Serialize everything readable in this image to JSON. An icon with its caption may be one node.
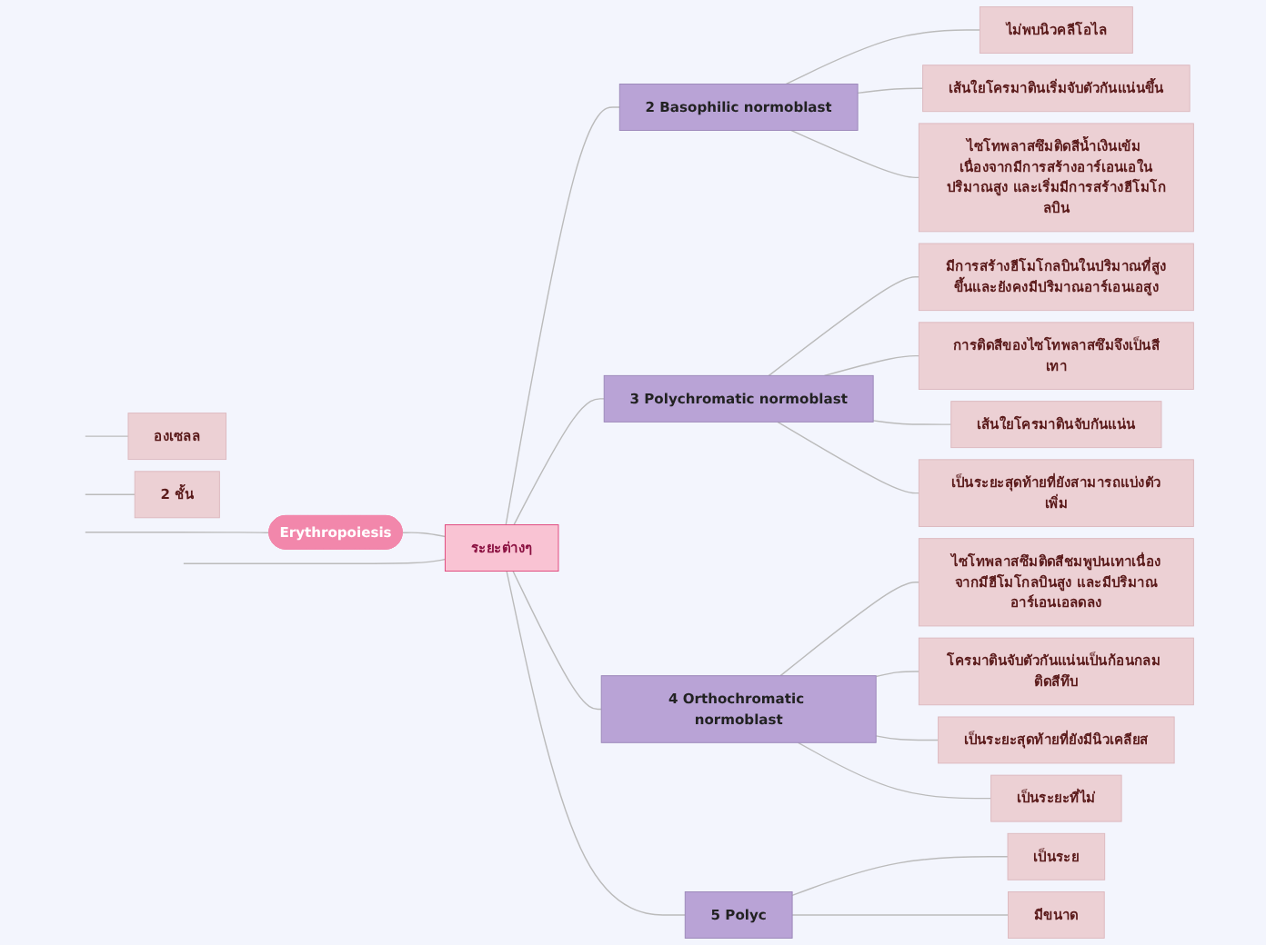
{
  "diagram": {
    "nodes": [
      {
        "text": [
          "Erythropoiesis"
        ]
      },
      {
        "text": [
          "ระยะต่างๆ"
        ]
      },
      {
        "text": [
          "องเซลล"
        ]
      },
      {
        "text": [
          "2 ชั้น"
        ]
      },
      {
        "text": [
          "2",
          "Basophilic normoblast"
        ]
      },
      {
        "text": [
          "ไม่พบนิวคลีโอไล"
        ]
      },
      {
        "text": [
          "เส้นใยโครมาตินเริ่มจับตัวกันแน่นขึ้น"
        ]
      },
      {
        "text": [
          "ไซโทพลาสซึมติดสีน้ำเงินเข้ม เนื่องจากมีการสร้างอาร์เอนเอในปริมาณสูง และเริ่มมีการสร้างฮีโมโกลบิน"
        ]
      },
      {
        "text": [
          "3",
          "Polychromatic normoblast"
        ]
      },
      {
        "text": [
          "มีการสร้างฮีโมโกลบินในปริมาณที่สูงขึ้นและยังคงมีปริมาณอาร์เอนเอสูง"
        ]
      },
      {
        "text": [
          "การติดสีของไซโทพลาสซึมจึงเป็นสีเทา"
        ]
      },
      {
        "text": [
          "เส้นใยโครมาตินจับกันแน่น"
        ]
      },
      {
        "text": [
          "เป็นระยะสุดท้ายที่ยังสามารถแบ่งตัวเพิ่ม"
        ]
      },
      {
        "text": [
          "4",
          "Orthochromatic normoblast"
        ]
      },
      {
        "text": [
          "ไซโทพลาสซึมติดสีชมพูปนเทาเนื่องจากมีฮีโมโกลบินสูง และมีปริมาณอาร์เอนเอลดลง"
        ]
      },
      {
        "text": [
          "โครมาตินจับตัวกันแน่นเป็นก้อนกลม ติดสีทึบ"
        ]
      },
      {
        "text": [
          "เป็นระยะสุดท้ายที่ยังมีนิวเคลียส"
        ]
      },
      {
        "text": [
          "เป็นระยะที่ไม่"
        ]
      },
      {
        "text": [
          "5",
          "Polyc"
        ]
      },
      {
        "text": [
          "เป็นระย"
        ]
      },
      {
        "text": [
          "มีขนาด"
        ]
      }
    ],
    "edges": [
      {
        "from": 0,
        "to": null,
        "arrow": "none"
      },
      {
        "from": 0,
        "to": 1,
        "arrow": "none"
      },
      {
        "from": 1,
        "to": null,
        "arrow": "none"
      },
      {
        "from": null,
        "to": 2,
        "arrow": "none"
      },
      {
        "from": null,
        "to": 3,
        "arrow": "none"
      },
      {
        "from": 1,
        "to": 4,
        "arrow": "none"
      },
      {
        "from": 4,
        "to": 5,
        "arrow": "none"
      },
      {
        "from": 4,
        "to": 6,
        "arrow": "none"
      },
      {
        "from": 4,
        "to": 7,
        "arrow": "none"
      },
      {
        "from": 1,
        "to": 8,
        "arrow": "none"
      },
      {
        "from": 8,
        "to": 9,
        "arrow": "none"
      },
      {
        "from": 8,
        "to": 10,
        "arrow": "none"
      },
      {
        "from": 8,
        "to": 11,
        "arrow": "none"
      },
      {
        "from": 8,
        "to": 12,
        "arrow": "none"
      },
      {
        "from": 1,
        "to": 13,
        "arrow": "none"
      },
      {
        "from": 13,
        "to": 14,
        "arrow": "none"
      },
      {
        "from": 13,
        "to": 15,
        "arrow": "none"
      },
      {
        "from": 13,
        "to": 16,
        "arrow": "none"
      },
      {
        "from": 13,
        "to": 17,
        "arrow": "none"
      },
      {
        "from": 1,
        "to": 18,
        "arrow": "none"
      },
      {
        "from": 18,
        "to": 19,
        "arrow": "none"
      },
      {
        "from": 18,
        "to": 20,
        "arrow": "none"
      }
    ]
  }
}
